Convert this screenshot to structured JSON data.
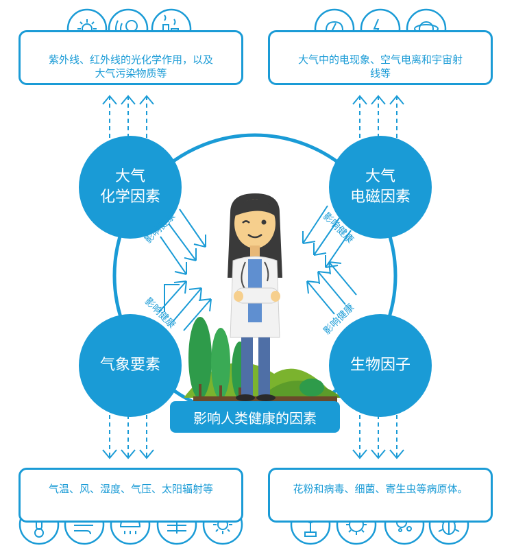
{
  "top_left_box": {
    "line1": "紫外线、红外线的光化学作用，以及",
    "line2": "大气污染物质等"
  },
  "top_right_box": {
    "line1": "大气中的电现象、空气电离和宇宙射",
    "line2": "线等"
  },
  "bottom_left_box": {
    "text": "气温、风、湿度、气压、太阳辐射等"
  },
  "bottom_right_box": {
    "text": "花粉和病毒、细菌、寄生虫等病原体。"
  },
  "nodes": {
    "chem": {
      "line1": "大气",
      "line2": "化学因素"
    },
    "emag": {
      "line1": "大气",
      "line2": "电磁因素"
    },
    "meteo": {
      "label": "气象要素"
    },
    "bio": {
      "label": "生物因子"
    }
  },
  "center_caption": "影响人类健康的因素",
  "arrow_label": "影响健康",
  "colors": {
    "primary": "#1a9bd6",
    "skin": "#f6cf8d",
    "hair": "#3a3a3a",
    "tree": "#2e9b4a",
    "hill": "#7bb32e"
  },
  "icons": {
    "top_left": [
      "sun-icon",
      "bulb-icon",
      "factory-icon"
    ],
    "top_right": [
      "lightning-icon",
      "ion-icon",
      "planet-icon"
    ],
    "bottom_left": [
      "thermometer-icon",
      "wind-icon",
      "rain-icon",
      "pressure-icon",
      "sun-icon"
    ],
    "bottom_right": [
      "flower-icon",
      "virus-icon",
      "bacteria-icon",
      "bug-icon"
    ]
  }
}
